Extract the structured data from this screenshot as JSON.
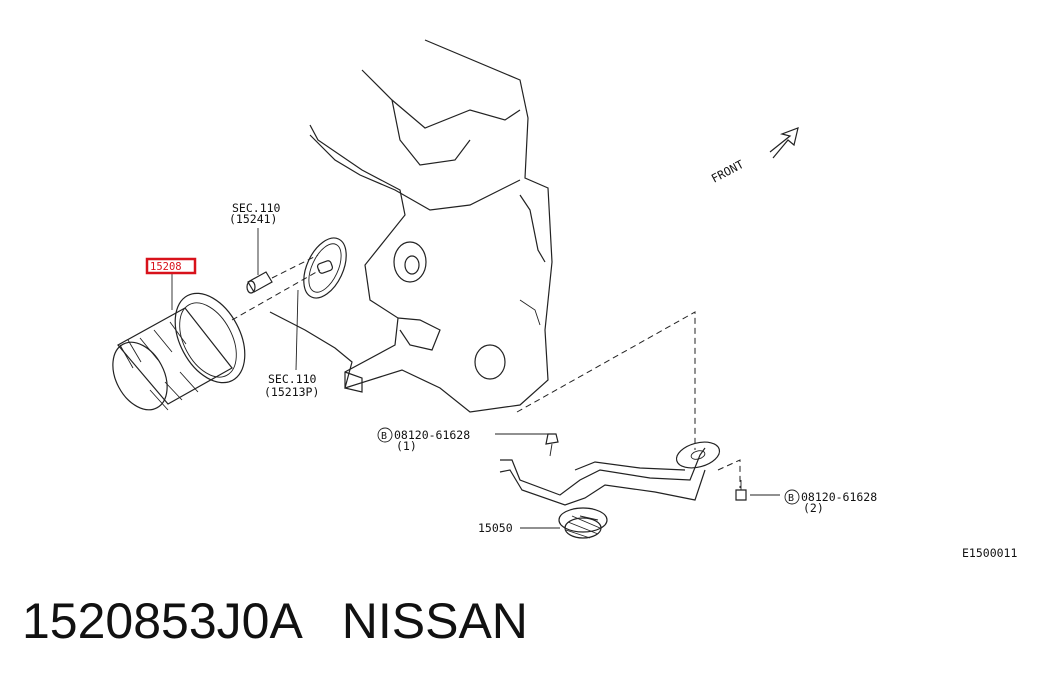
{
  "labels": {
    "front": "FRONT",
    "sec_top": "SEC.110",
    "sec_top_part": "(15241)",
    "sec_bottom": "SEC.110",
    "sec_bottom_part": "(15213P)",
    "filter_part": "15208",
    "bolt1": "08120-61628",
    "bolt1_qty": "(1)",
    "bolt2": "08120-61628",
    "bolt2_qty": "(2)",
    "bolt_symbol": "B",
    "strainer_part": "15050",
    "diagram_id": "E1500011"
  },
  "caption": {
    "part_number": "1520853J0A",
    "brand": "NISSAN"
  },
  "colors": {
    "highlight": "#d8121b",
    "ink": "#222222"
  }
}
